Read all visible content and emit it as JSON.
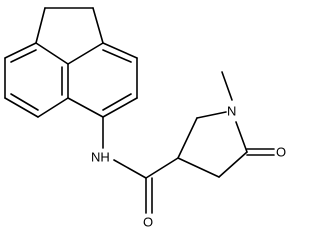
{
  "molecule": {
    "atoms": {
      "nitrogen_amide": "NH",
      "nitrogen_ring": "N",
      "oxygen_amide": "O",
      "oxygen_lactam": "O"
    }
  }
}
